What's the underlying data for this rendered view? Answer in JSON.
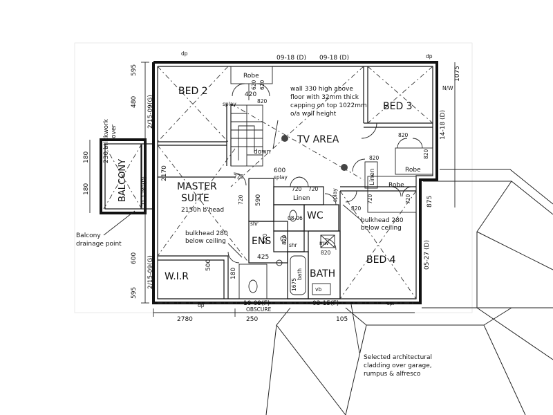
{
  "rooms": {
    "bed2": "BED 2",
    "bed3": "BED 3",
    "tv_area": "TV AREA",
    "master_suite_1": "MASTER",
    "master_suite_2": "SUITE",
    "bed4": "BED 4",
    "balcony": "BALCONY",
    "wir": "W.I.R",
    "ens": "ENS",
    "wc": "WC",
    "bath": "BATH"
  },
  "labels": {
    "robe_bed2": "Robe",
    "robe_bed3": "Robe",
    "robe_bed4": "Robe",
    "linen_1": "Linen",
    "linen_2": "Linen",
    "down": "down",
    "splay_1": "splay",
    "splay_2": "splay",
    "splay_3": "splay",
    "shr_1": "shr",
    "shr_2": "shr",
    "bath_fixture": "bath",
    "vb": "vb",
    "mw": "mw",
    "obscure": "OBSCURE",
    "dp_1": "dp",
    "dp_2": "dp",
    "dp_3": "dp",
    "spr": "spr",
    "nw": "N/W",
    "head_height": "2150h b'head",
    "bath_len": "1675"
  },
  "notes": {
    "wall_1": "wall 330 high above",
    "wall_2": "floor with 32mm thick",
    "wall_3": "capping on top 1022mm",
    "wall_4": "o/a wall height",
    "brick_1": "230 brickwork",
    "brick_2": "over",
    "bulk_l1": "bulkhead 280",
    "bulk_l2": "below ceiling",
    "bulk_r1": "bulkhead 280",
    "bulk_r2": "below ceiling",
    "balc_1": "Balcony",
    "balc_2": "drainage point",
    "clad_1": "Selected architectural",
    "clad_2": "cladding over garage,",
    "clad_3": "rumpus & alfresco"
  },
  "windows": {
    "w_top_1": "09-18 (D)",
    "w_top_2": "09-18 (D)",
    "w_left_1": "2/15-09(G)",
    "w_left_2": "2/15-09(G)",
    "w_balc": "21-1280(D)",
    "w_bed3": "14-18 (D)",
    "w_bed4": "05-27 (D)",
    "w_bot_1": "10-09(F)",
    "w_bot_2": "03-15(F)",
    "w_wc": "08-06"
  },
  "dims": {
    "top_595": "595",
    "left_480": "480",
    "bot_595": "595",
    "left_600": "600",
    "balc_180a": "180",
    "balc_180b": "180",
    "d_2170": "2170",
    "bottom_2780": "2780",
    "bottom_250": "250",
    "bottom_105": "105",
    "right_1075": "1075",
    "right_875": "875",
    "d_420": "420",
    "d_600": "600",
    "d_425": "425",
    "d_500": "500",
    "d_180c": "180",
    "d_590": "590",
    "d_620a": "620",
    "d_620b": "620",
    "d_720a": "720",
    "d_720b": "720",
    "d_720c": "720",
    "d_720d": "720",
    "d_720e": "720",
    "d_720f": "720",
    "d_820a": "820",
    "d_820b": "820",
    "d_820c": "820",
    "d_820d": "820",
    "d_820e": "820",
    "d_820f": "820",
    "d_820g": "820",
    "d_820h": "820"
  }
}
